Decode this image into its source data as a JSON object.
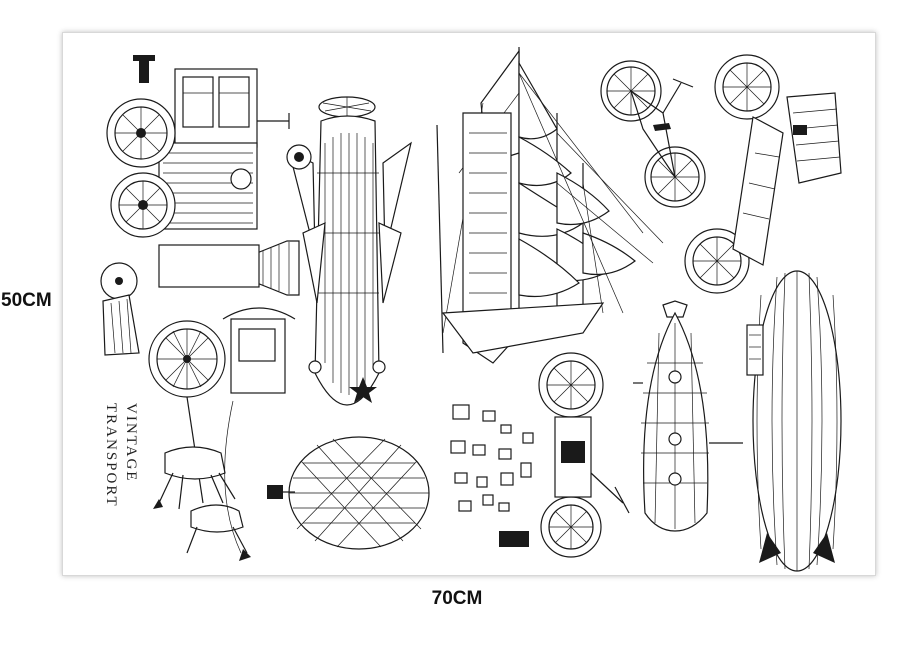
{
  "dimensions": {
    "height_label": "50CM",
    "width_label": "70CM"
  },
  "sheet": {
    "caption_line1": "VINTAGE",
    "caption_line2": "TRANSPORT",
    "illustrations": [
      "steam-locomotive-icon",
      "biplane-icon",
      "sailing-ship-icon",
      "bicycle-icon",
      "vintage-car-icon",
      "horse-carriage-icon",
      "hot-air-balloon-icon",
      "motorcycle-icon",
      "submarine-icon",
      "zeppelin-icon",
      "small-stickers-icon"
    ]
  },
  "colors": {
    "ink": "#1a1a1a",
    "paper": "#ffffff",
    "sheet_border": "#d8d8d8"
  }
}
